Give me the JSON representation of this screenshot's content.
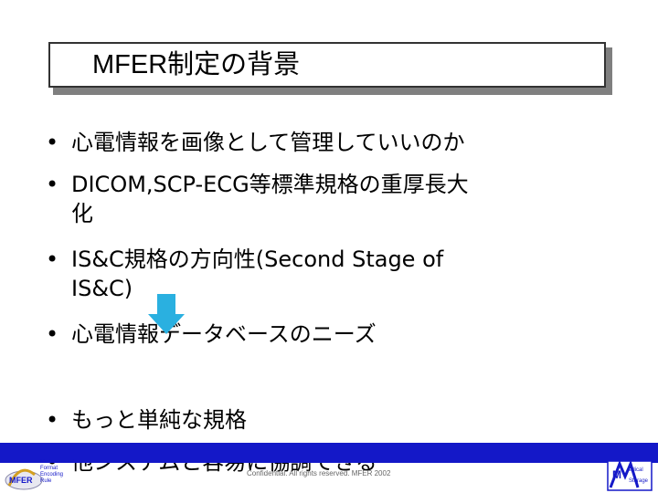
{
  "title": "MFER制定の背景",
  "bullets": [
    "心電情報を画像として管理していいのか",
    "DICOM,SCP-ECG等標準規格の重厚長大",
    "化",
    "IS&C規格の方向性(Second Stage of",
    "IS&C)",
    "心電情報データベースのニーズ",
    "もっと単純な規格",
    "他システムと容易に協調できる"
  ],
  "footer": {
    "note": "Confidential. All rights reserved. MFER 2002",
    "left_logo": {
      "label": "MFER",
      "lines": [
        "Medical waveform",
        "Format",
        "Encoding",
        "Rule"
      ]
    },
    "right_logo": {
      "label": "M",
      "lines": [
        "edical",
        "Storage"
      ]
    }
  },
  "colors": {
    "footer_band": "#1418c8",
    "arrow": "#2ab0e0"
  },
  "icons": {
    "arrow": "down-arrow-icon"
  }
}
